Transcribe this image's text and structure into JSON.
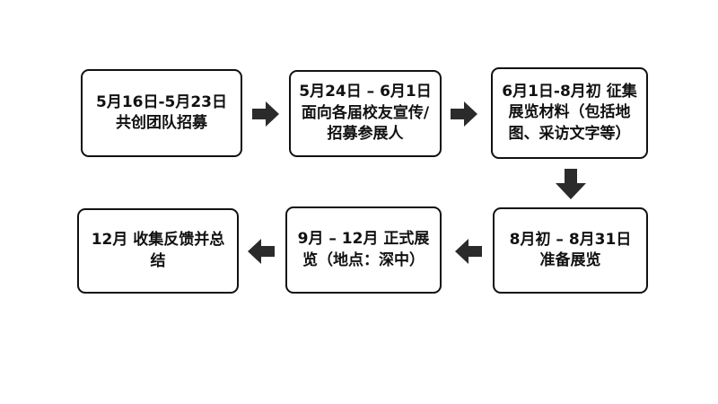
{
  "steps": [
    {
      "id": "step-1",
      "text": "5月16日-5月23日 共创团队招募"
    },
    {
      "id": "step-2",
      "text": "5月24日 – 6月1日 面向各届校友宣传/招募参展人"
    },
    {
      "id": "step-3",
      "text": "6月1日-8月初 征集展览材料（包括地图、采访文字等）"
    },
    {
      "id": "step-4",
      "text": "8月初 – 8月31日 准备展览"
    },
    {
      "id": "step-5",
      "text": "9月 – 12月 正式展览（地点：深中）"
    },
    {
      "id": "step-6",
      "text": "12月 收集反馈并总结"
    }
  ],
  "colors": {
    "border": "#111111",
    "arrow": "#2b2b2b",
    "background": "#ffffff"
  }
}
